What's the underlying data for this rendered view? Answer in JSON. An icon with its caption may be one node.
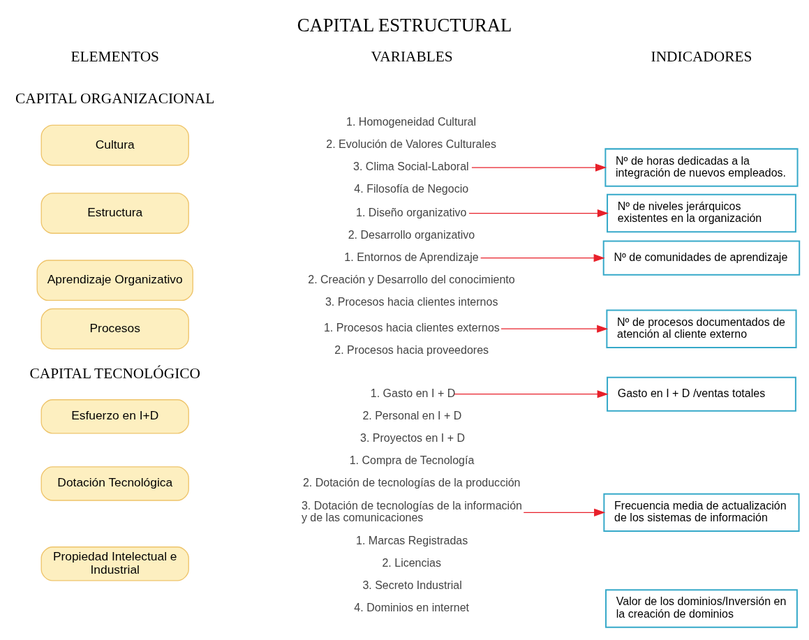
{
  "diagram": {
    "title": "CAPITAL ESTRUCTURAL",
    "nodes": [
      {
        "text": [
          "Cultura"
        ]
      },
      {
        "text": [
          "1. Homogeneidad Cultural"
        ]
      },
      {
        "text": [
          "2. Evolución de Valores Culturales"
        ]
      },
      {
        "text": [
          "3. Clima Social-Laboral"
        ]
      },
      {
        "text": [
          "4. Filosofía de Negocio"
        ]
      },
      {
        "text": [
          "Nº de horas dedicadas a la integración de nuevos empleados."
        ]
      },
      {
        "text": [
          "Estructura"
        ]
      },
      {
        "text": [
          "1. Diseño organizativo"
        ]
      },
      {
        "text": [
          "2. Desarrollo organizativo"
        ]
      },
      {
        "text": [
          "Nº de niveles jerárquicos existentes en la organización"
        ]
      },
      {
        "text": [
          "Aprendizaje Organizativo"
        ]
      },
      {
        "text": [
          "1. Entornos de Aprendizaje"
        ]
      },
      {
        "text": [
          "2. Creación y Desarrollo del conocimiento"
        ]
      },
      {
        "text": [
          "3. Procesos hacia clientes internos"
        ]
      },
      {
        "text": [
          "Nº de comunidades de aprendizaje"
        ]
      },
      {
        "text": [
          "Procesos"
        ]
      },
      {
        "text": [
          "1. Procesos hacia clientes externos"
        ]
      },
      {
        "text": [
          "2. Procesos hacia proveedores"
        ]
      },
      {
        "text": [
          "Nº de procesos documentados de atención al cliente externo"
        ]
      },
      {
        "text": [
          "Esfuerzo en I+D"
        ]
      },
      {
        "text": [
          "1. Gasto en I + D"
        ]
      },
      {
        "text": [
          "2. Personal en I + D"
        ]
      },
      {
        "text": [
          "3. Proyectos en I + D"
        ]
      },
      {
        "text": [
          "Gasto en I + D /ventas totales"
        ]
      },
      {
        "text": [
          "Dotación Tecnológica"
        ]
      },
      {
        "text": [
          "1. Compra de Tecnología"
        ]
      },
      {
        "text": [
          "2. Dotación de tecnologías de la producción"
        ]
      },
      {
        "text": [
          "3. Dotación de tecnologías de la información y de las comunicaciones"
        ]
      },
      {
        "text": [
          "Frecuencia media de actualización de los sistemas de información"
        ]
      },
      {
        "text": [
          "Propiedad Intelectual e Industrial"
        ]
      },
      {
        "text": [
          "1. Marcas Registradas"
        ]
      },
      {
        "text": [
          "2. Licencias"
        ]
      },
      {
        "text": [
          "3. Secreto Industrial"
        ]
      },
      {
        "text": [
          "4. Dominios en internet"
        ]
      },
      {
        "text": [
          "Valor de los dominios/Inversión en la creación de dominios"
        ]
      }
    ],
    "edges": [
      {
        "from": 3,
        "to": 5,
        "arrow": "to"
      },
      {
        "from": 7,
        "to": 9,
        "arrow": "to"
      },
      {
        "from": 11,
        "to": 14,
        "arrow": "to"
      },
      {
        "from": 16,
        "to": 18,
        "arrow": "to"
      },
      {
        "from": 20,
        "to": 23,
        "arrow": "to"
      },
      {
        "from": 27,
        "to": 28,
        "arrow": "to"
      }
    ],
    "labels": [
      "CAPITAL ORGANIZACIONAL",
      "ELEMENTOS",
      "VARIABLES",
      "INDICADORES",
      "CAPITAL TECNOLÓGICO"
    ]
  }
}
